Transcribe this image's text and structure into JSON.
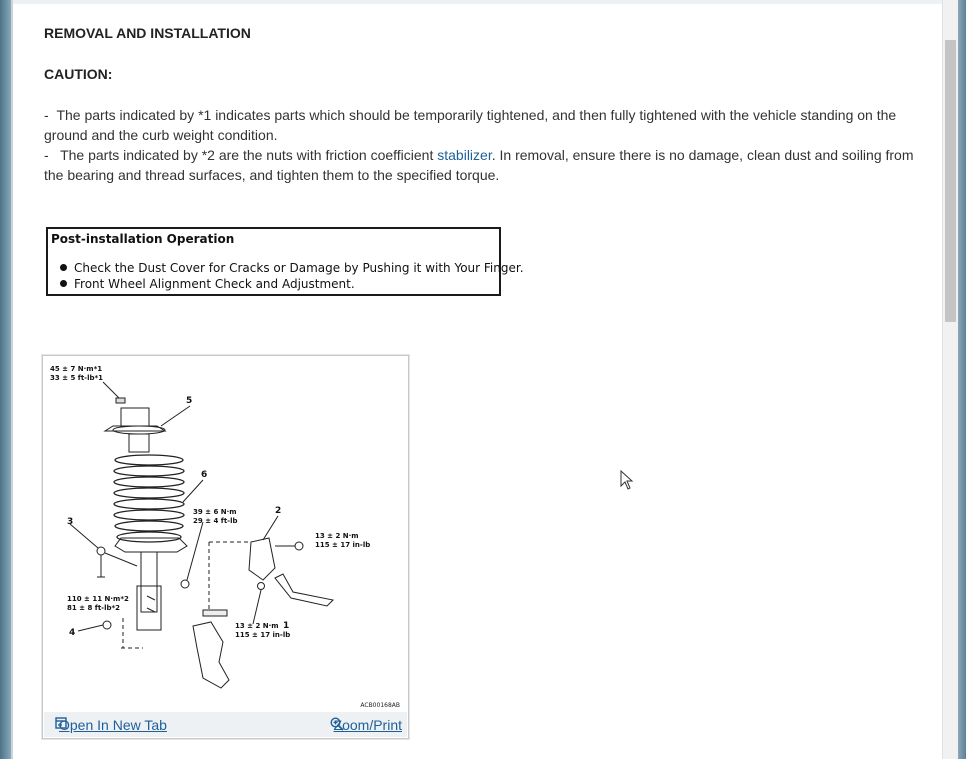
{
  "document": {
    "heading": "REMOVAL AND INSTALLATION",
    "caution_label": "CAUTION:",
    "caution_1": "-  The parts indicated by *1 indicates parts which should be temporarily tightened, and then fully tightened with the vehicle standing on the ground and the curb weight condition.",
    "caution_2_prefix": "-   The parts indicated by *2 are the nuts with friction coefficient ",
    "caution_2_link": "stabilizer",
    "caution_2_suffix": ". In removal, ensure there is no damage, clean dust and soiling from the bearing and thread surfaces, and tighten them to the specified torque."
  },
  "post_installation": {
    "title": "Post-installation Operation",
    "items": [
      "Check the Dust Cover for Cracks or Damage by Pushing it with Your Finger.",
      "Front Wheel Alignment Check and Adjustment."
    ]
  },
  "figure": {
    "code": "ACB00168AB",
    "callouts": {
      "n1": "1",
      "n2": "2",
      "n3": "3",
      "n4": "4",
      "n5": "5",
      "n6": "6"
    },
    "torque_top_1": "45 ± 7 N·m*1",
    "torque_top_2": "33 ± 5 ft-lb*1",
    "torque_mid_1": "39 ± 6 N·m",
    "torque_mid_2": "29 ± 4 ft-lb",
    "torque_right_1": "13 ± 2 N·m",
    "torque_right_2": "115 ± 17 in-lb",
    "torque_left_1": "110 ± 11 N·m*2",
    "torque_left_2": "81 ± 8 ft-lb*2",
    "torque_bottom_1": "13 ± 2 N·m",
    "torque_bottom_2": "115 ± 17 in-lb",
    "open_tab_label": "Open In New Tab",
    "zoom_label": "Zoom/Print"
  },
  "colors": {
    "link": "#1f5f98",
    "background": "#ffffff",
    "desktop": "#5b7f95"
  },
  "icons": [
    "open-new-tab-icon",
    "zoom-in-icon",
    "mouse-cursor-icon",
    "bullet-icon"
  ]
}
